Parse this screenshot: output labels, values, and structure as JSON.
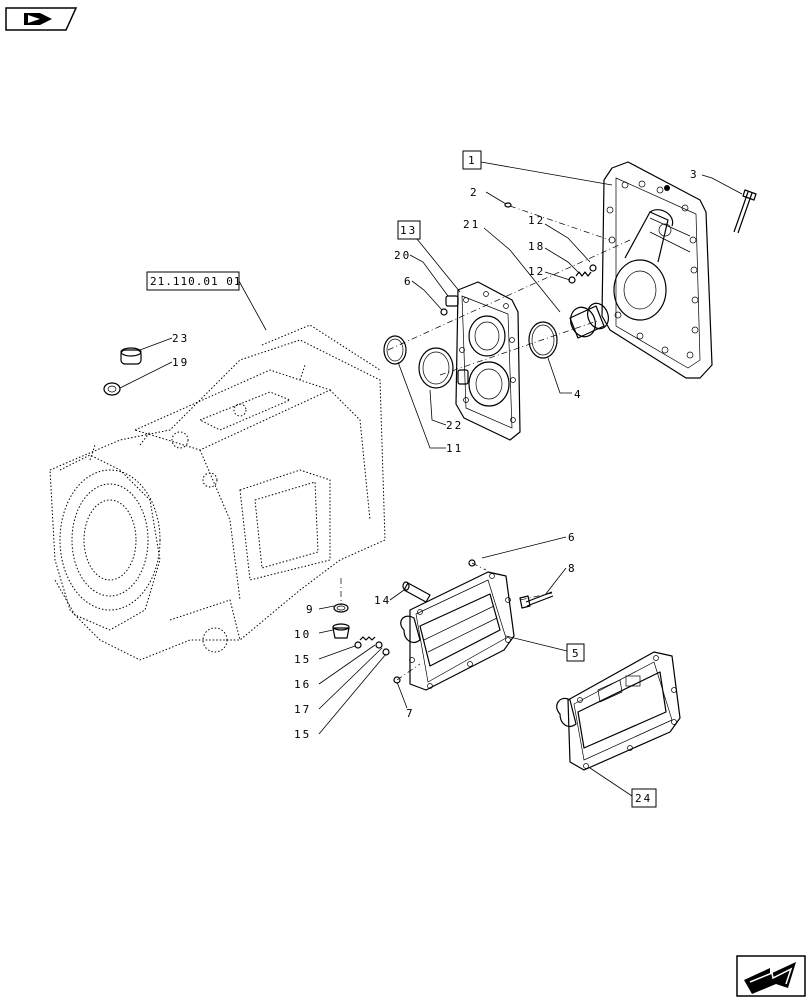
{
  "callouts": {
    "c1": "1",
    "c2": "2",
    "c3": "3",
    "c4": "4",
    "c5": "5",
    "c6a": "6",
    "c6b": "6",
    "c7": "7",
    "c8": "8",
    "c9": "9",
    "c10": "10",
    "c11": "11",
    "c12a": "12",
    "c12b": "12",
    "c13": "13",
    "c14": "14",
    "c15a": "15",
    "c15b": "15",
    "c16": "16",
    "c17": "17",
    "c18": "18",
    "c19": "19",
    "c20": "20",
    "c21": "21",
    "c22": "22",
    "c23": "23",
    "c24": "24",
    "ref": "21.110.01 01"
  },
  "icons": {
    "top_left": "book-icon",
    "bottom_right": "next-page-arrow-icon"
  }
}
